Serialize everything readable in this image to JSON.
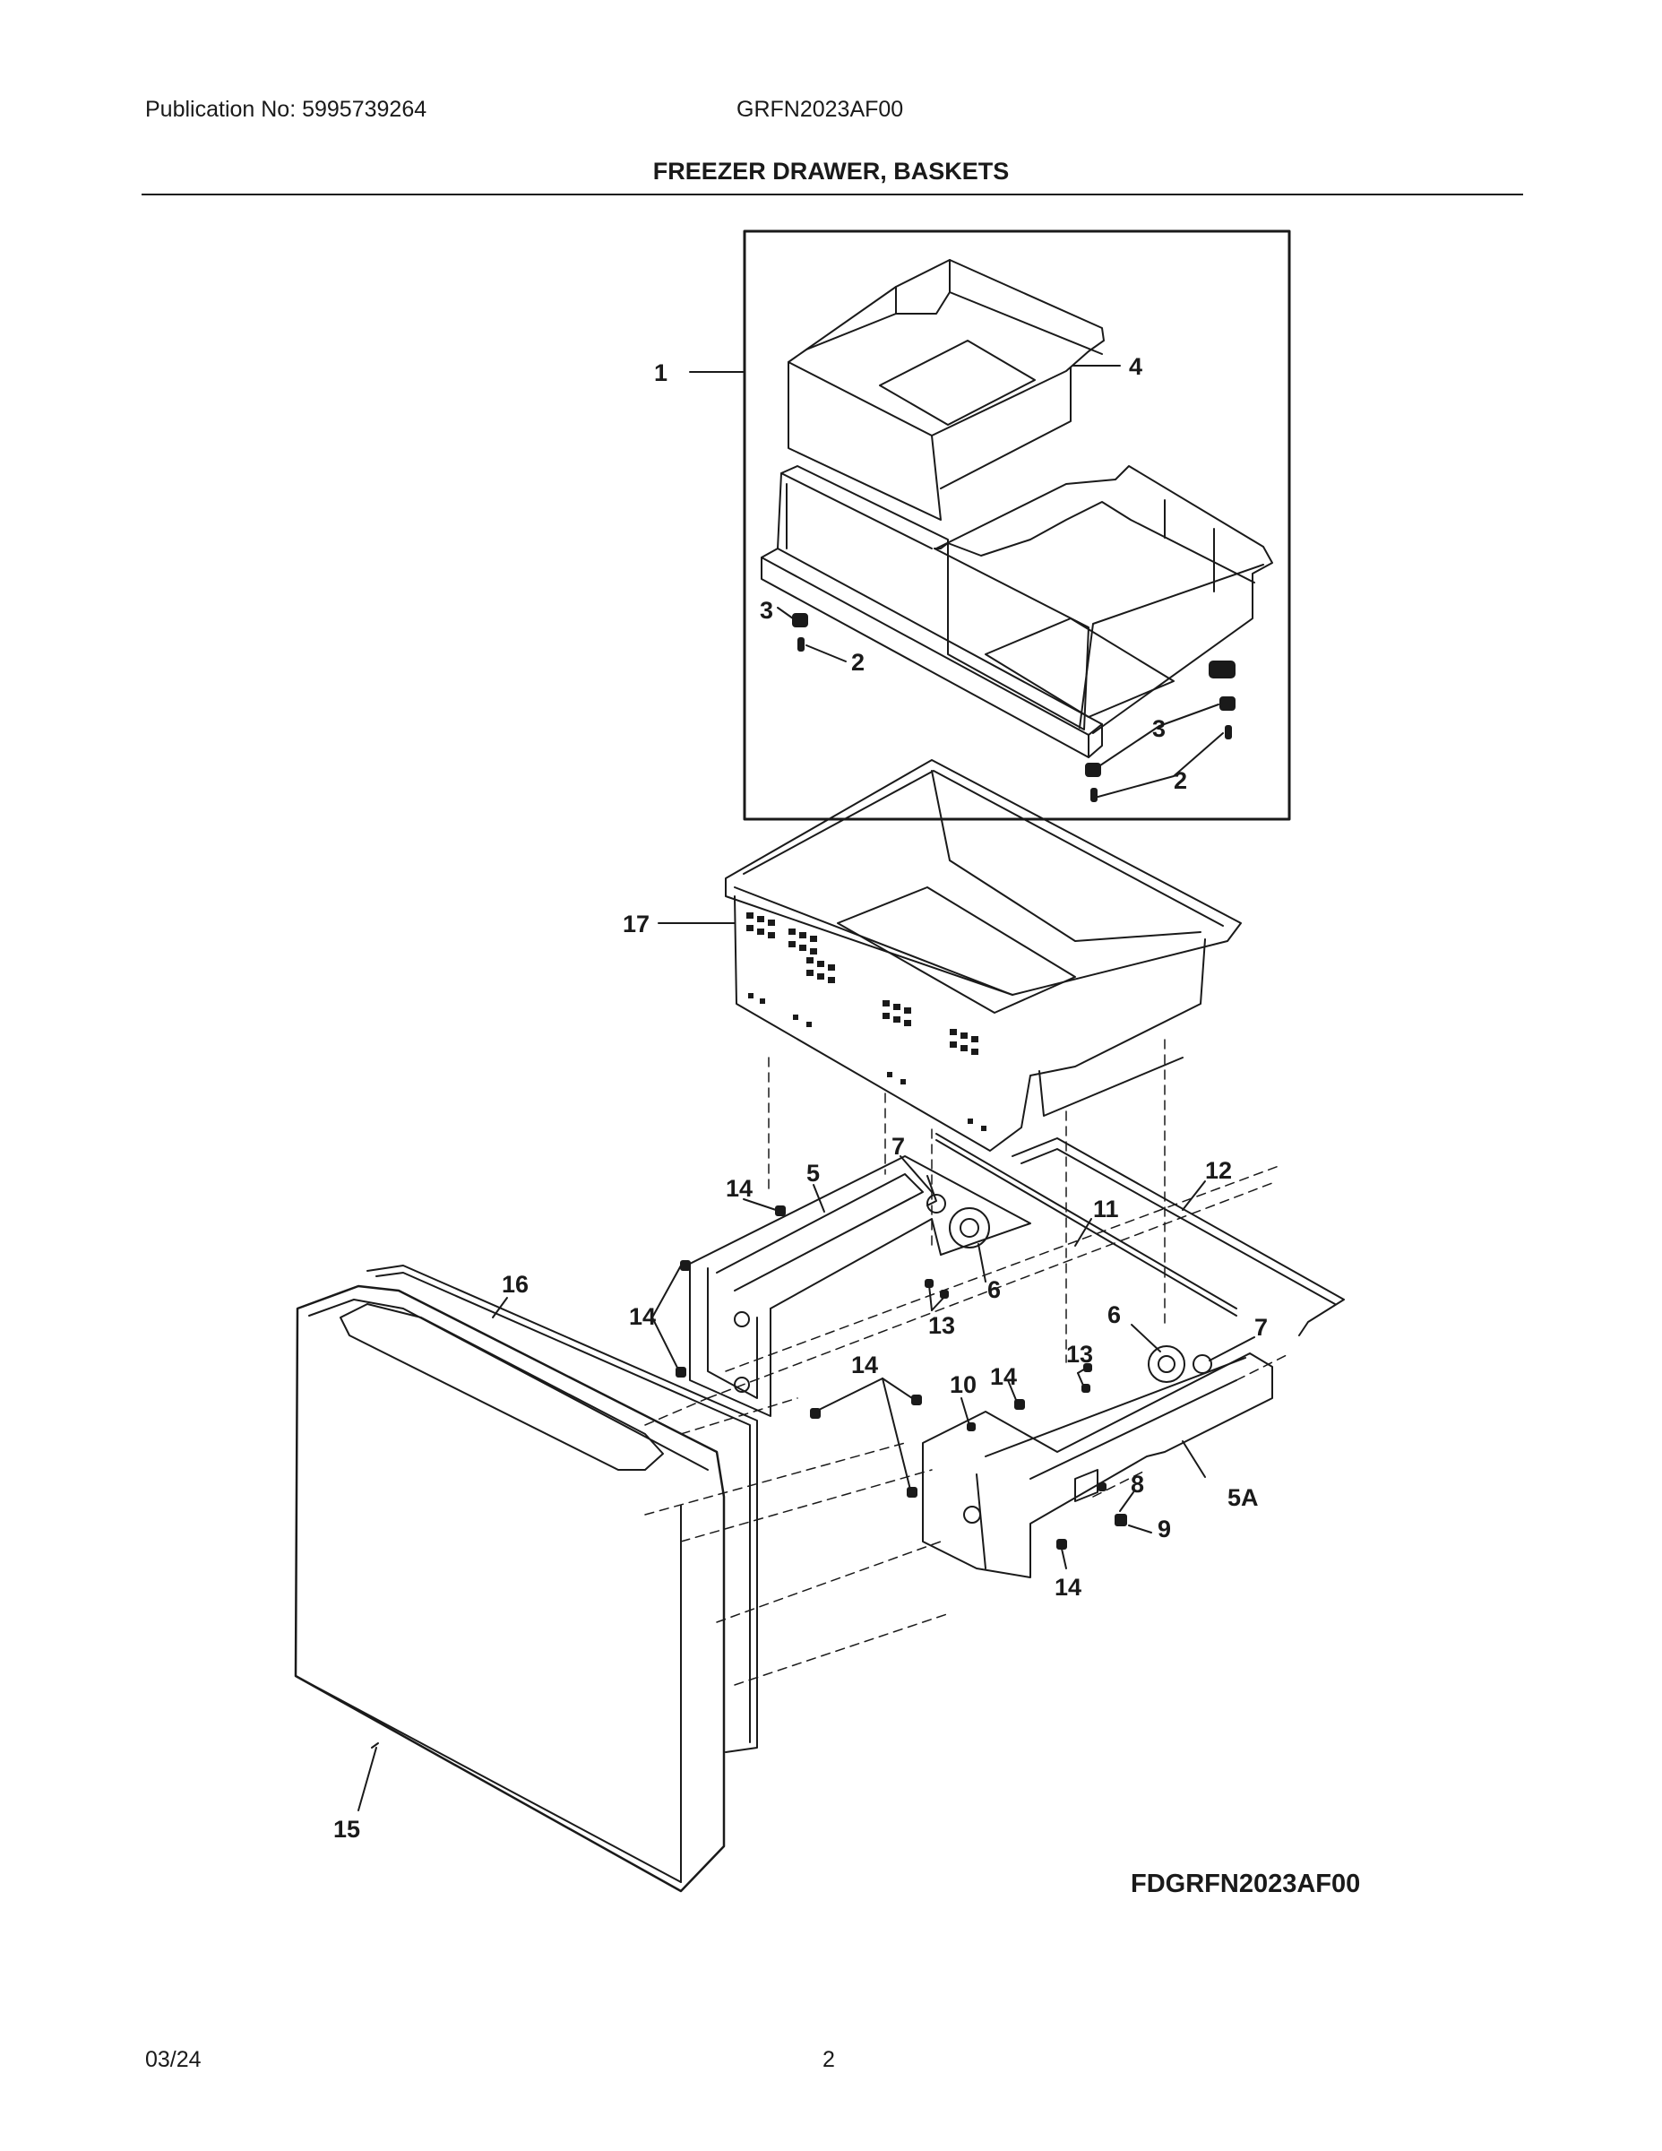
{
  "header": {
    "publication": "Publication No: 5995739264",
    "model": "GRFN2023AF00",
    "title": "FREEZER DRAWER, BASKETS"
  },
  "diagram": {
    "code": "FDGRFN2023AF00",
    "callouts": {
      "c1": "1",
      "c4": "4",
      "c3a": "3",
      "c2a": "2",
      "c3b": "3",
      "c2b": "2",
      "c17": "17",
      "c7a": "7",
      "c5": "5",
      "c14a": "14",
      "c12": "12",
      "c11": "11",
      "c16": "16",
      "c14b": "14",
      "c6a": "6",
      "c13a": "13",
      "c6b": "6",
      "c7b": "7",
      "c13b": "13",
      "c14c": "14",
      "c10": "10",
      "c14d": "14",
      "c8": "8",
      "c5A": "5A",
      "c9": "9",
      "c14e": "14",
      "c15": "15"
    }
  },
  "footer": {
    "date": "03/24",
    "page": "2"
  }
}
